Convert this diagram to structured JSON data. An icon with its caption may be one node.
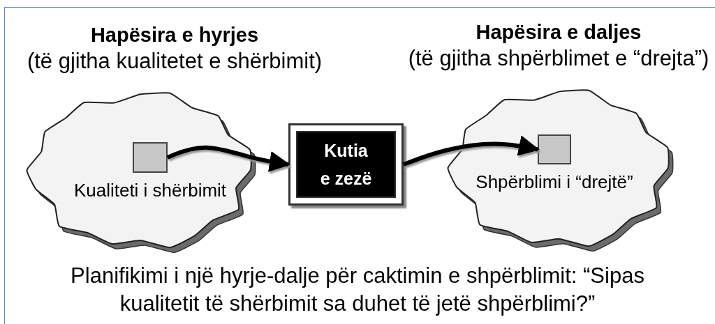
{
  "diagram": {
    "caption": "Planifikimi i një hyrje-dalje për caktimin e shpërblimit: “Sipas kualitetit të shërbimit sa duhet të jetë shpërblimi?”",
    "nodes": [
      {
        "text": [
          "Hapësira e hyrjes",
          "(të gjitha kualitetet e shërbimit)"
        ]
      },
      {
        "text": [],
        "shape": "box",
        "in": 0,
        "beside": [
          "Kualiteti i shërbimit"
        ]
      },
      {
        "text": [
          "Kutia e zezë"
        ]
      },
      {
        "text": [
          "Hapësira e daljes",
          "(të gjitha shpërblimet e “drejta”)"
        ]
      },
      {
        "text": [],
        "shape": "box",
        "in": 3,
        "beside": [
          "Shpërblimi i “drejtë”"
        ]
      }
    ],
    "edges": [
      {
        "from": 1,
        "to": 2,
        "arrow": "to"
      },
      {
        "from": 2,
        "to": 4,
        "arrow": "to"
      }
    ]
  }
}
